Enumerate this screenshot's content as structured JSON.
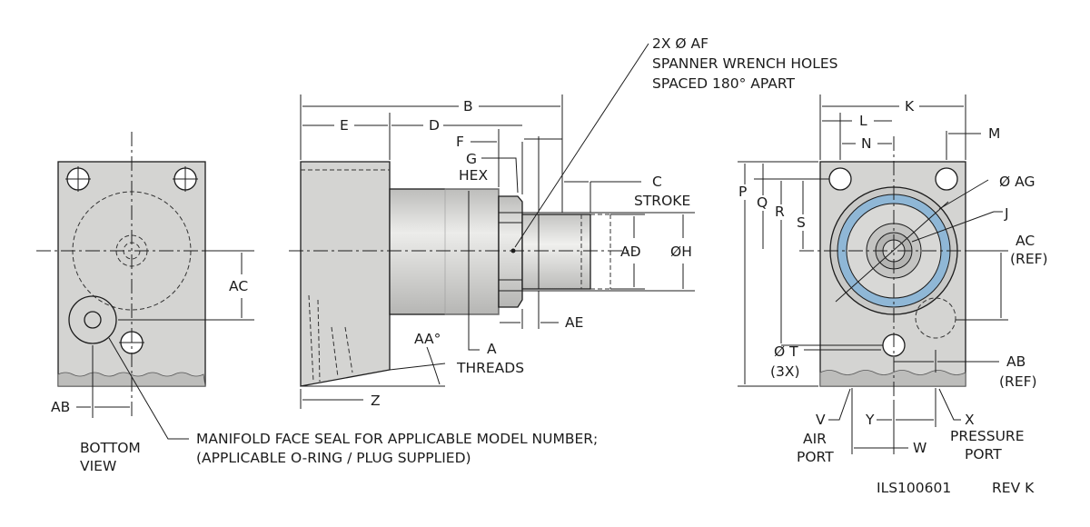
{
  "drawing": {
    "id": "ILS100601",
    "revision": "REV K",
    "colors": {
      "body_fill": "#d4d4d2",
      "seal_ring": "#8fb7d6",
      "line": "#1c1c1c"
    }
  },
  "bottom_view": {
    "title_line1": "BOTTOM",
    "title_line2": "VIEW",
    "dims": {
      "ac": "AC",
      "ab": "AB"
    }
  },
  "side_view": {
    "dims": {
      "b": "B",
      "e": "E",
      "d": "D",
      "f": "F",
      "g": "G",
      "hex": "HEX",
      "c": "C",
      "stroke": "STROKE",
      "ad": "AD",
      "h": "ØH",
      "a": "A",
      "threads": "THREADS",
      "ae": "AE",
      "aa": "AA°",
      "z": "Z"
    },
    "callout": {
      "line1": "2X Ø AF",
      "line2": "SPANNER WRENCH HOLES",
      "line3": "SPACED 180° APART"
    }
  },
  "end_view": {
    "dims": {
      "k": "K",
      "l": "L",
      "n": "N",
      "m": "M",
      "p": "P",
      "q": "Q",
      "r": "R",
      "s": "S",
      "ag": "Ø AG",
      "j": "J",
      "ac": "AC",
      "ac_ref": "(REF)",
      "t": "Ø T",
      "t_qty": "(3X)",
      "ab": "AB",
      "ab_ref": "(REF)",
      "v": "V",
      "x": "X",
      "y": "Y",
      "w": "W"
    },
    "ports": {
      "air_line1": "AIR",
      "air_line2": "PORT",
      "pressure_line1": "PRESSURE",
      "pressure_line2": "PORT"
    }
  },
  "notes": {
    "manifold_line1": "MANIFOLD FACE SEAL FOR APPLICABLE MODEL NUMBER;",
    "manifold_line2": "(APPLICABLE O-RING / PLUG SUPPLIED)"
  }
}
